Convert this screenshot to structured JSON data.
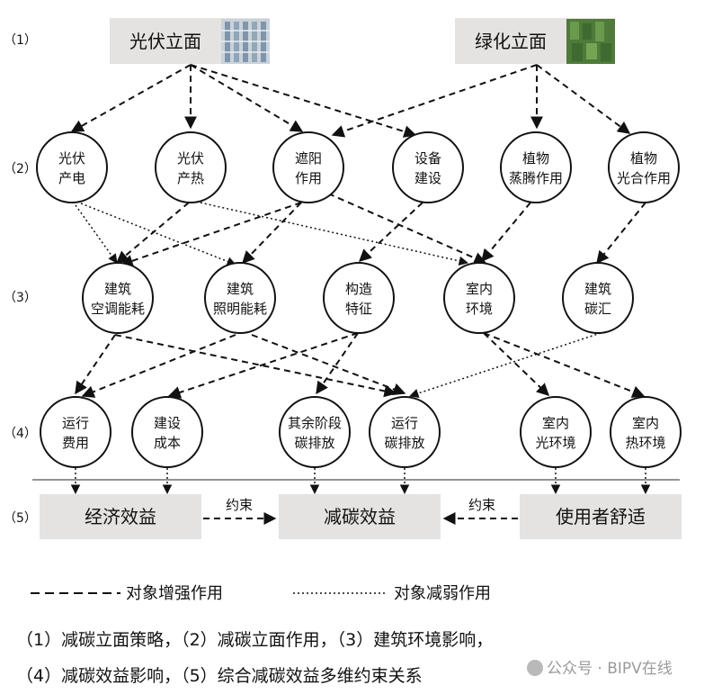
{
  "levels": [
    "（1）",
    "（2）",
    "（3）",
    "（4）",
    "（5）"
  ],
  "top_boxes": {
    "pv_facade": "光伏立面",
    "green_facade": "绿化立面"
  },
  "level2": {
    "pv_power": [
      "光伏",
      "产电"
    ],
    "pv_heat": [
      "光伏",
      "产热"
    ],
    "shading": [
      "遮阳",
      "作用"
    ],
    "equipment": [
      "设备",
      "建设"
    ],
    "transpiration": [
      "植物",
      "蒸腾作用"
    ],
    "photosynthesis": [
      "植物",
      "光合作用"
    ]
  },
  "level3": {
    "ac_energy": [
      "建筑",
      "空调能耗"
    ],
    "lighting_energy": [
      "建筑",
      "照明能耗"
    ],
    "structure": [
      "构造",
      "特征"
    ],
    "indoor_env": [
      "室内",
      "环境"
    ],
    "carbon_sink": [
      "建筑",
      "碳汇"
    ]
  },
  "level4": {
    "operating_cost": [
      "运行",
      "费用"
    ],
    "construction_cost": [
      "建设",
      "成本"
    ],
    "other_emission": [
      "其余阶段",
      "碳排放"
    ],
    "operating_emission": [
      "运行",
      "碳排放"
    ],
    "indoor_light": [
      "室内",
      "光环境"
    ],
    "indoor_thermal": [
      "室内",
      "热环境"
    ]
  },
  "level5": {
    "economic": "经济效益",
    "carbon": "减碳效益",
    "comfort": "使用者舒适"
  },
  "constraint_label": "约束",
  "legend": {
    "enhance": "对象增强作用",
    "weaken": "对象减弱作用"
  },
  "captions": {
    "line1": "（1）减碳立面策略，（2）减碳立面作用，（3）建筑环境影响，",
    "line2": "（4）减碳效益影响，（5）综合减碳效益多维约束关系"
  },
  "watermark": "公众号 · BIPV在线",
  "colors": {
    "box_fill": "#e5e3e1",
    "line": "#111111",
    "pv_blue": "#7f95aa",
    "green_leaf": "#4f7a3a"
  }
}
